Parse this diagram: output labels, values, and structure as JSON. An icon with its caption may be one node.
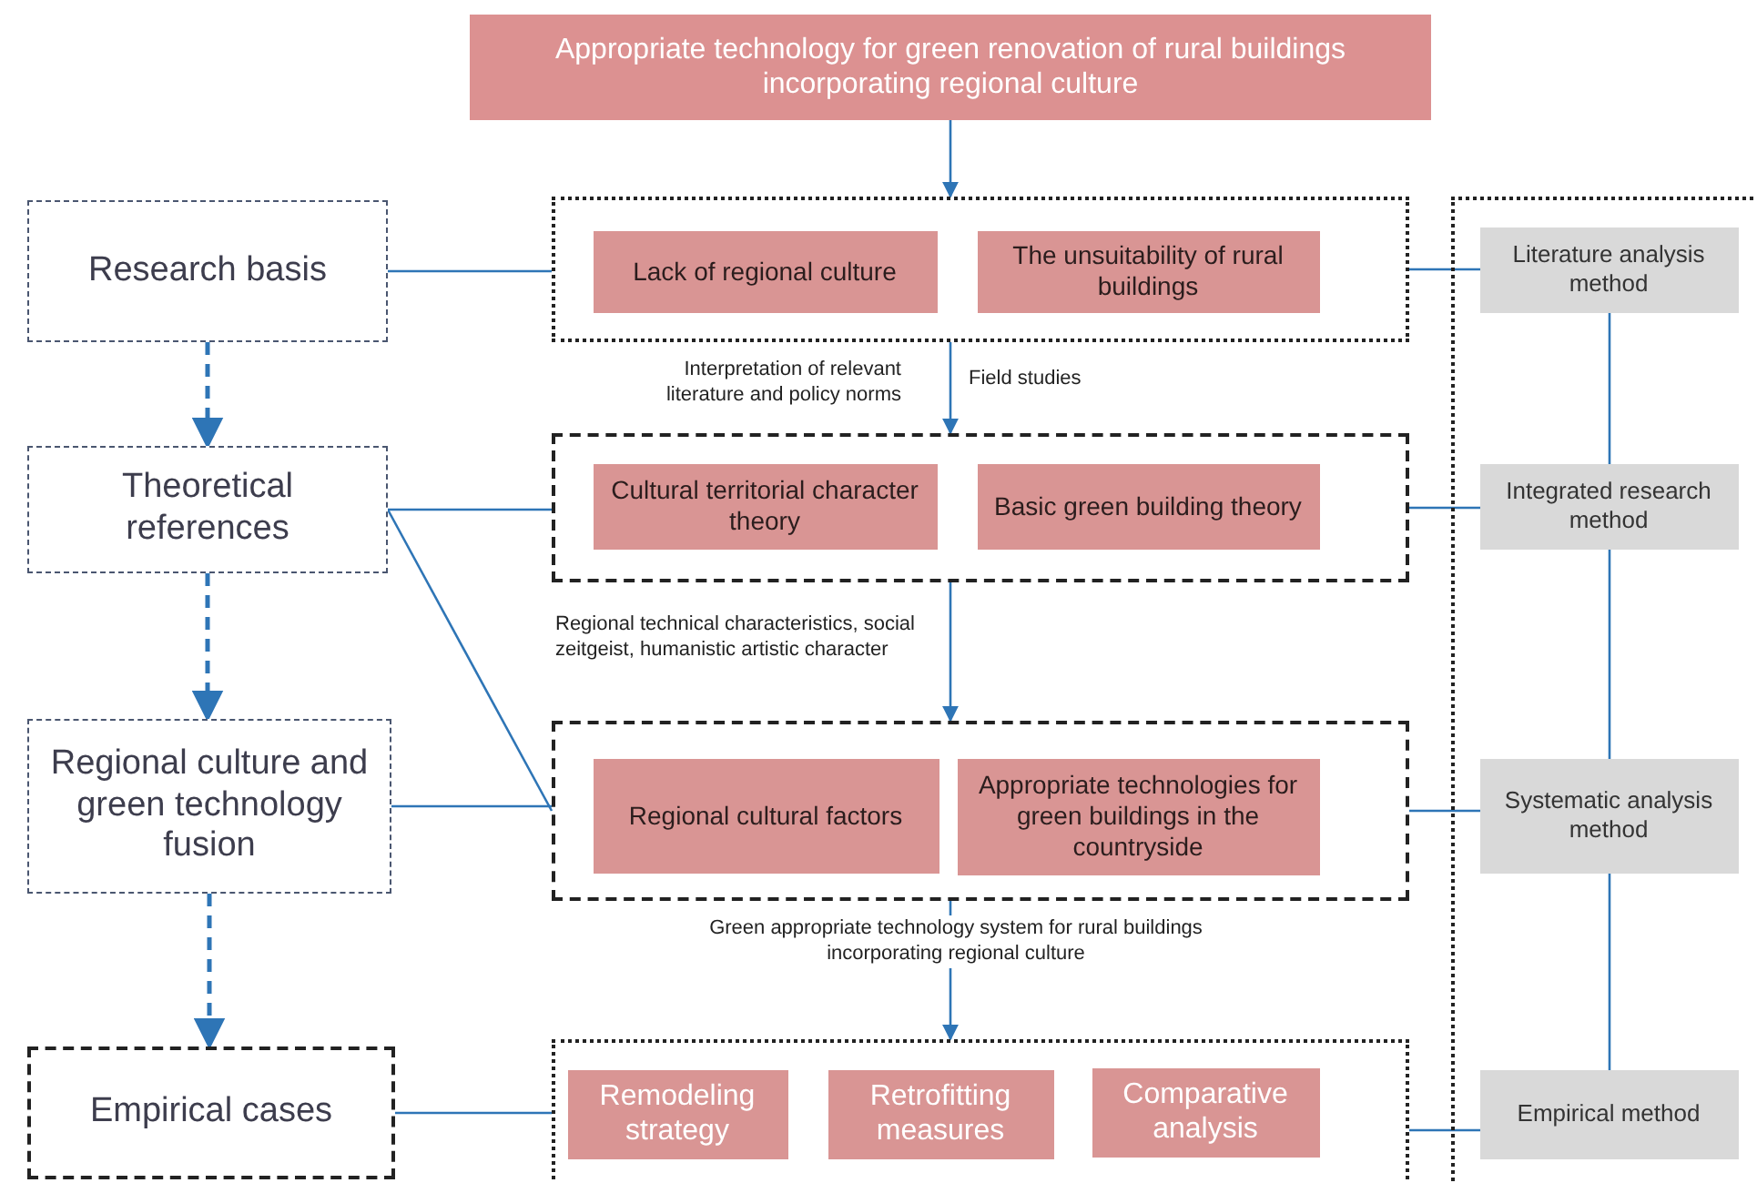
{
  "diagram": {
    "nodes": [
      {
        "text": [
          "Appropriate technology for green renovation of rural buildings incorporating regional culture"
        ]
      },
      {
        "text": [
          "Research basis"
        ]
      },
      {
        "text": [
          "Theoretical references"
        ]
      },
      {
        "text": [
          "Regional culture and green technology fusion"
        ]
      },
      {
        "text": [
          "Empirical cases"
        ]
      },
      {
        "text": [],
        "shape": "box"
      },
      {
        "text": [
          "Lack of regional culture"
        ],
        "in": 5
      },
      {
        "text": [
          "The unsuitability of rural buildings"
        ],
        "in": 5
      },
      {
        "text": [],
        "shape": "box"
      },
      {
        "text": [
          "Cultural territorial character theory"
        ],
        "in": 8
      },
      {
        "text": [
          "Basic green building theory"
        ],
        "in": 8
      },
      {
        "text": [],
        "shape": "box"
      },
      {
        "text": [
          "Regional cultural factors"
        ],
        "in": 11
      },
      {
        "text": [
          "Appropriate technologies for green buildings in the countryside"
        ],
        "in": 11
      },
      {
        "text": [],
        "shape": "box"
      },
      {
        "text": [
          "Remodeling strategy"
        ],
        "in": 14
      },
      {
        "text": [
          "Retrofitting measures"
        ],
        "in": 14
      },
      {
        "text": [
          "Comparative analysis"
        ],
        "in": 14
      },
      {
        "text": [],
        "shape": "box"
      },
      {
        "text": [
          "Literature analysis method"
        ],
        "in": 18
      },
      {
        "text": [
          "Integrated research method"
        ],
        "in": 18
      },
      {
        "text": [
          "Systematic analysis method"
        ],
        "in": 18
      },
      {
        "text": [
          "Empirical method"
        ],
        "in": 18
      }
    ],
    "edges": [
      {
        "from": 0,
        "to": 5,
        "arrow": "to"
      },
      {
        "from": 5,
        "to": 8,
        "arrow": "to"
      },
      {
        "from": 8,
        "to": 11,
        "arrow": "to"
      },
      {
        "from": 11,
        "to": 14,
        "arrow": "to"
      },
      {
        "from": 1,
        "to": 2,
        "arrow": "to",
        "style": "dashed"
      },
      {
        "from": 2,
        "to": 3,
        "arrow": "to",
        "style": "dashed"
      },
      {
        "from": 3,
        "to": 4,
        "arrow": "to",
        "style": "dashed"
      },
      {
        "from": 1,
        "to": 5,
        "arrow": "none"
      },
      {
        "from": 2,
        "to": 8,
        "arrow": "none"
      },
      {
        "from": 2,
        "to": 11,
        "arrow": "none"
      },
      {
        "from": 3,
        "to": 11,
        "arrow": "none"
      },
      {
        "from": 4,
        "to": 14,
        "arrow": "none"
      },
      {
        "from": 5,
        "to": 19,
        "arrow": "none"
      },
      {
        "from": 8,
        "to": 20,
        "arrow": "none"
      },
      {
        "from": 11,
        "to": 21,
        "arrow": "none"
      },
      {
        "from": 14,
        "to": 22,
        "arrow": "none"
      },
      {
        "from": 19,
        "to": 20,
        "arrow": "none"
      },
      {
        "from": 20,
        "to": 21,
        "arrow": "none"
      },
      {
        "from": 21,
        "to": 22,
        "arrow": "none"
      }
    ],
    "labels": [
      "Interpretation of relevant literature and policy norms",
      "Field studies",
      "Regional technical characteristics, social zeitgeist, humanistic artistic character",
      "Green appropriate technology system for rural buildings incorporating regional culture"
    ]
  }
}
